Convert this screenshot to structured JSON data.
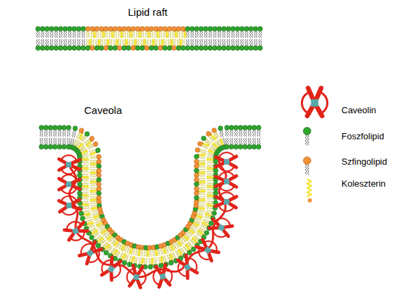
{
  "diagram": {
    "labels": [
      "Lipid raft",
      "Caveola"
    ],
    "legend": [
      {
        "text": "Caveolin"
      },
      {
        "text": "Foszfolipid"
      },
      {
        "text": "Szfingolipid"
      },
      {
        "text": "Koleszterin"
      }
    ]
  }
}
